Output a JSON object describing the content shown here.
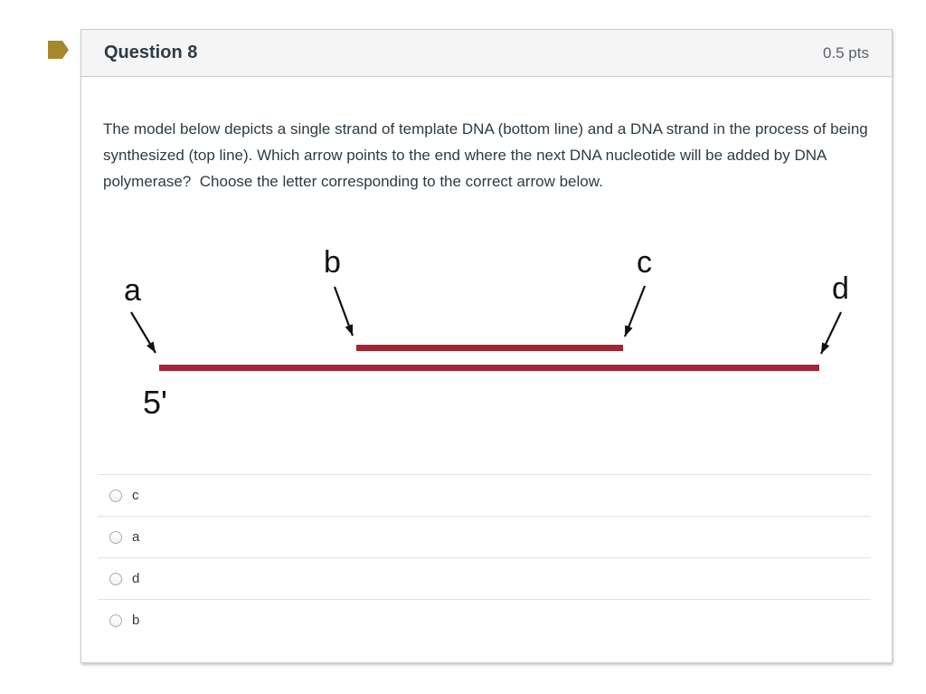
{
  "question": {
    "title": "Question 8",
    "points": "0.5 pts",
    "body": "The model below depicts a single strand of template DNA (bottom line) and a DNA strand in the process of being synthesized (top line). Which arrow points to the end where the next DNA nucleotide will be added by DNA polymerase?  Choose the letter corresponding to the correct arrow below."
  },
  "diagram": {
    "arrow_labels": {
      "a": "a",
      "b": "b",
      "c": "c",
      "d": "d"
    },
    "five_prime_label": "5'"
  },
  "options": [
    {
      "label": "c"
    },
    {
      "label": "a"
    },
    {
      "label": "d"
    },
    {
      "label": "b"
    }
  ],
  "colors": {
    "strand_red": "#a32733",
    "bookmark_gold": "#a6872c",
    "header_bg": "#f5f5f5",
    "card_border": "#c7cdd1"
  }
}
